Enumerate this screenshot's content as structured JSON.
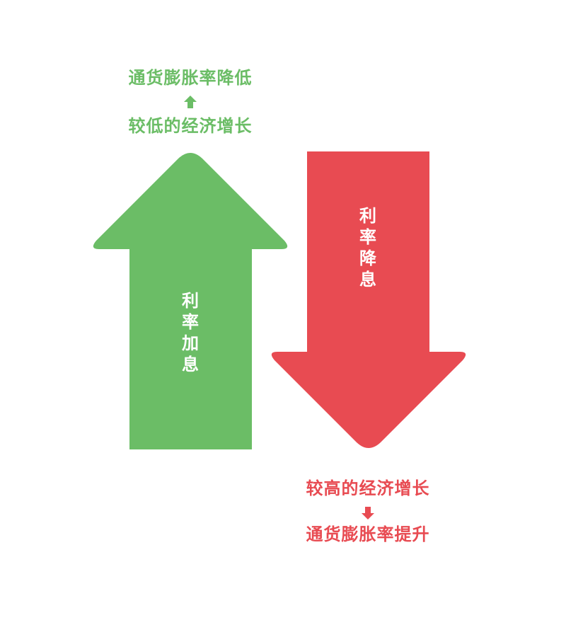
{
  "colors": {
    "green": "#6bbd66",
    "red": "#e84b52"
  },
  "up_arrow": {
    "label": [
      "利",
      "率",
      "加",
      "息"
    ],
    "top_text": "通货膨胀率降低",
    "bottom_text": "较低的经济增长",
    "small_arrow_icon": "up-arrow-icon"
  },
  "down_arrow": {
    "label": [
      "利",
      "率",
      "降",
      "息"
    ],
    "top_text": "较高的经济增长",
    "bottom_text": "通货膨胀率提升",
    "small_arrow_icon": "down-arrow-icon"
  }
}
